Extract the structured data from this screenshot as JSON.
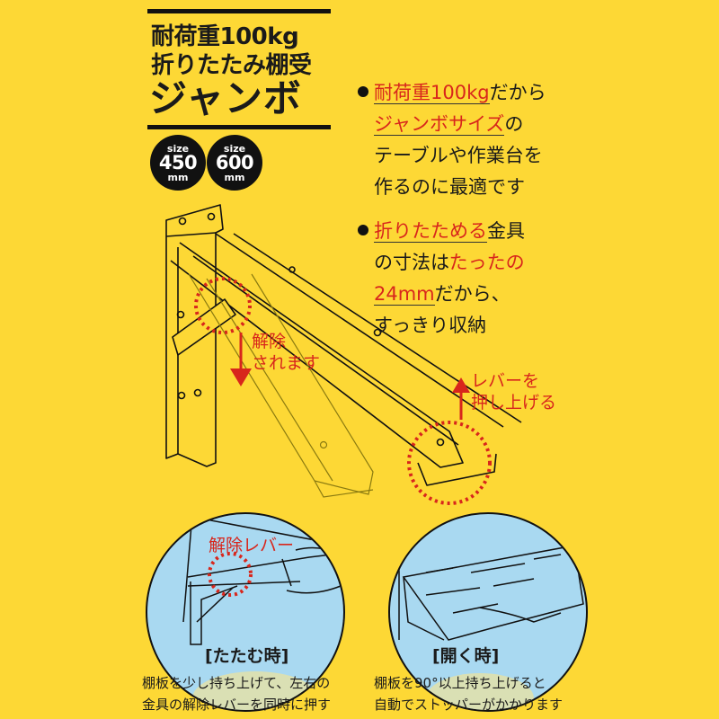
{
  "header": {
    "line1": "耐荷重100kg",
    "line2": "折りたたみ棚受",
    "line3": "ジャンボ"
  },
  "sizes": [
    {
      "label": "size",
      "value": "450",
      "unit": "mm"
    },
    {
      "label": "size",
      "value": "600",
      "unit": "mm"
    }
  ],
  "features": [
    {
      "lines": [
        [
          {
            "text": "耐荷重100kg",
            "red": true,
            "underline": true
          },
          {
            "text": "だから"
          }
        ],
        [
          {
            "text": "ジャンボサイズ",
            "red": true,
            "underline": true
          },
          {
            "text": "の"
          }
        ],
        [
          {
            "text": "テーブルや作業台を"
          }
        ],
        [
          {
            "text": "作るのに最適です"
          }
        ]
      ]
    },
    {
      "lines": [
        [
          {
            "text": "折りたためる",
            "red": true,
            "underline": true
          },
          {
            "text": "金具"
          }
        ],
        [
          {
            "text": "の寸法は"
          },
          {
            "text": "たったの",
            "red": true
          }
        ],
        [
          {
            "text": "24mm",
            "red": true,
            "underline": true
          },
          {
            "text": "だから、"
          }
        ],
        [
          {
            "text": "すっきり収納"
          }
        ]
      ]
    }
  ],
  "callouts": {
    "release": [
      "解除",
      "されます"
    ],
    "lever": [
      "レバーを",
      "押し上げる"
    ]
  },
  "panels": [
    {
      "inner_label": "解除レバー",
      "title": "[たたむ時]",
      "caption": [
        "棚板を少し持ち上げて、左右の",
        "金具の解除レバーを同時に押す"
      ]
    },
    {
      "title": "[開く時]",
      "caption": [
        "棚板を90°以上持ち上げると",
        "自動でストッパーがかかります"
      ]
    }
  ],
  "colors": {
    "background": "#FDD835",
    "accent_red": "#D8261C",
    "panel_blue": "#A9D9F1",
    "ink": "#111111"
  }
}
